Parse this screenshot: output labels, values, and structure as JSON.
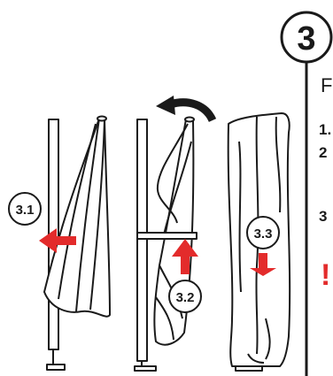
{
  "step": {
    "number": "3"
  },
  "callouts": {
    "fold": "3.1",
    "lift": "3.2",
    "cover": "3.3"
  },
  "instructions": {
    "line_f": "F",
    "item_1": "1.",
    "item_2": "2",
    "item_3": "3",
    "warning": "!"
  },
  "colors": {
    "accent": "#e32b2b",
    "ink": "#1a1a1a",
    "background": "#ffffff"
  },
  "icons": {
    "rotate": "curved-arrow-icon",
    "left": "arrow-left-icon",
    "up": "arrow-up-icon",
    "down": "arrow-down-icon"
  }
}
